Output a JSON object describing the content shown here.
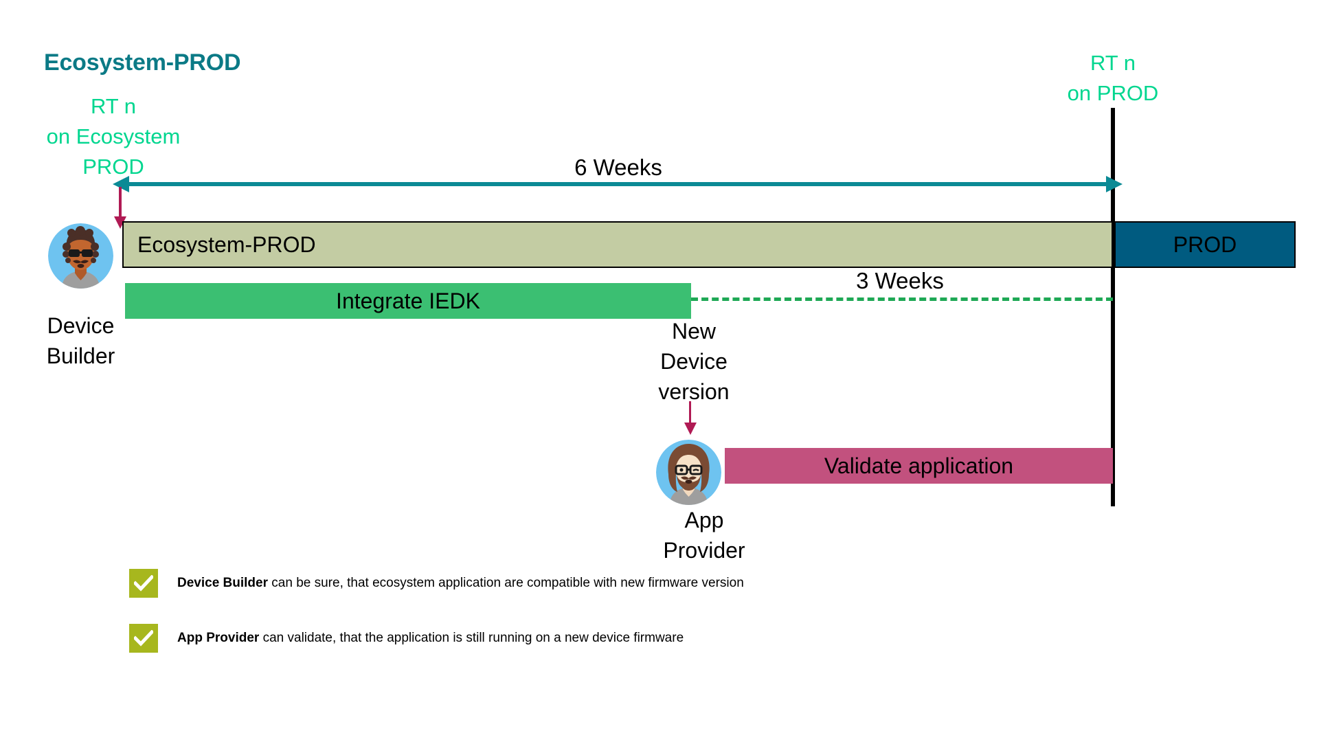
{
  "title": "Ecosystem-PROD",
  "milestones": {
    "left_label": "RT n\non Ecosystem\nPROD",
    "left_label_line1": "RT n",
    "left_label_line2": "on Ecosystem",
    "left_label_line3": "PROD",
    "right_label_line1": "RT n",
    "right_label_line2": "on PROD"
  },
  "durations": {
    "six_weeks": "6 Weeks",
    "three_weeks": "3 Weeks"
  },
  "bars": {
    "ecosystem_prod": "Ecosystem-PROD",
    "prod": "PROD",
    "integrate_iedk": "Integrate IEDK",
    "validate_application": "Validate application"
  },
  "actors": {
    "device_builder_line1": "Device",
    "device_builder_line2": "Builder",
    "app_provider_line1": "App",
    "app_provider_line2": "Provider"
  },
  "annotations": {
    "new_device_version_line1": "New",
    "new_device_version_line2": "Device",
    "new_device_version_line3": "version"
  },
  "footnotes": [
    {
      "bold": "Device Builder",
      "rest": " can be sure, that ecosystem application are compatible with new firmware version"
    },
    {
      "bold": "App Provider",
      "rest": " can validate, that the application is still running on a new device firmware"
    }
  ],
  "colors": {
    "title_teal": "#0B7A86",
    "milestone_green": "#00D68F",
    "arrow_teal": "#0B8A95",
    "bar_ecosystem": "#C3CCA3",
    "bar_prod": "#005B80",
    "bar_integrate": "#3BBF72",
    "bar_validate": "#C2517E",
    "dashed_green": "#1EA855",
    "drop_arrow_crimson": "#B01A54",
    "check_olive": "#A7B71E"
  }
}
